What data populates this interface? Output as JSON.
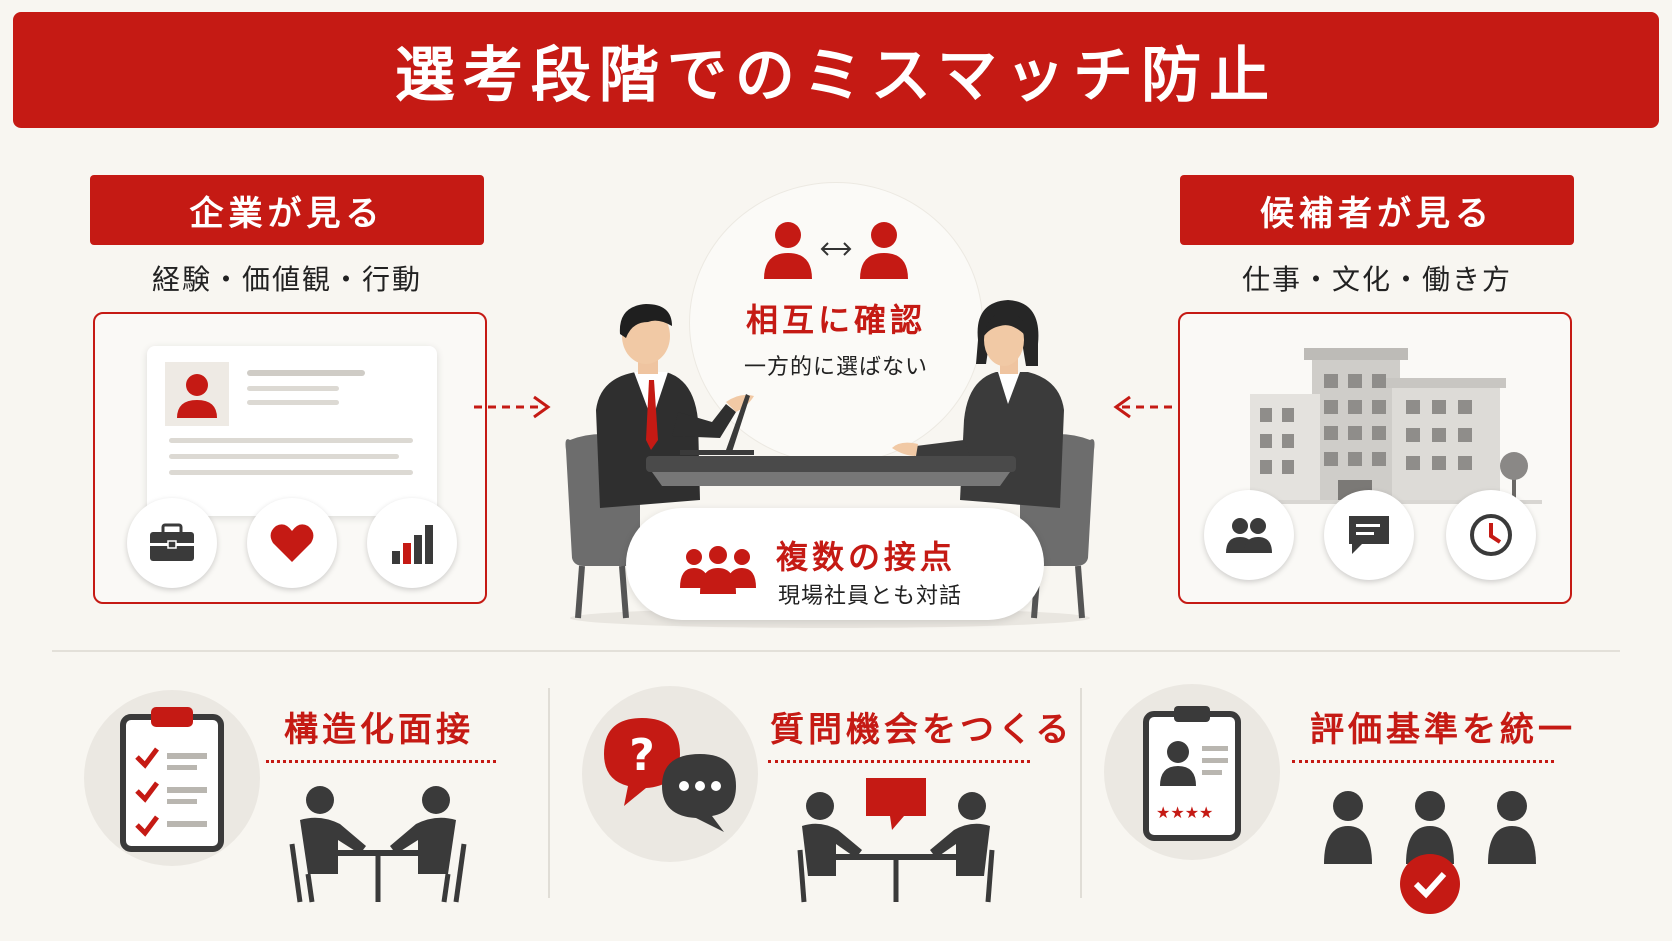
{
  "title": "選考段階でのミスマッチ防止",
  "left": {
    "header": "企業が見る",
    "subtitle": "経験・価値観・行動",
    "icons": [
      "briefcase-icon",
      "heart-icon",
      "bar-chart-icon"
    ]
  },
  "right": {
    "header": "候補者が見る",
    "subtitle": "仕事・文化・働き方",
    "icons": [
      "people-icon",
      "chat-icon",
      "clock-icon"
    ]
  },
  "center": {
    "title": "相互に確認",
    "subtitle": "一方的に選ばない",
    "pill_title": "複数の接点",
    "pill_subtitle": "現場社員とも対話"
  },
  "bottom": [
    {
      "title": "構造化面接",
      "icon": "checklist-icon"
    },
    {
      "title": "質問機会をつくる",
      "icon": "question-bubble-icon"
    },
    {
      "title": "評価基準を統一",
      "icon": "profile-clipboard-icon"
    }
  ],
  "colors": {
    "accent": "#c51a14",
    "dark": "#3a3a3a",
    "bg": "#f8f6f1"
  }
}
